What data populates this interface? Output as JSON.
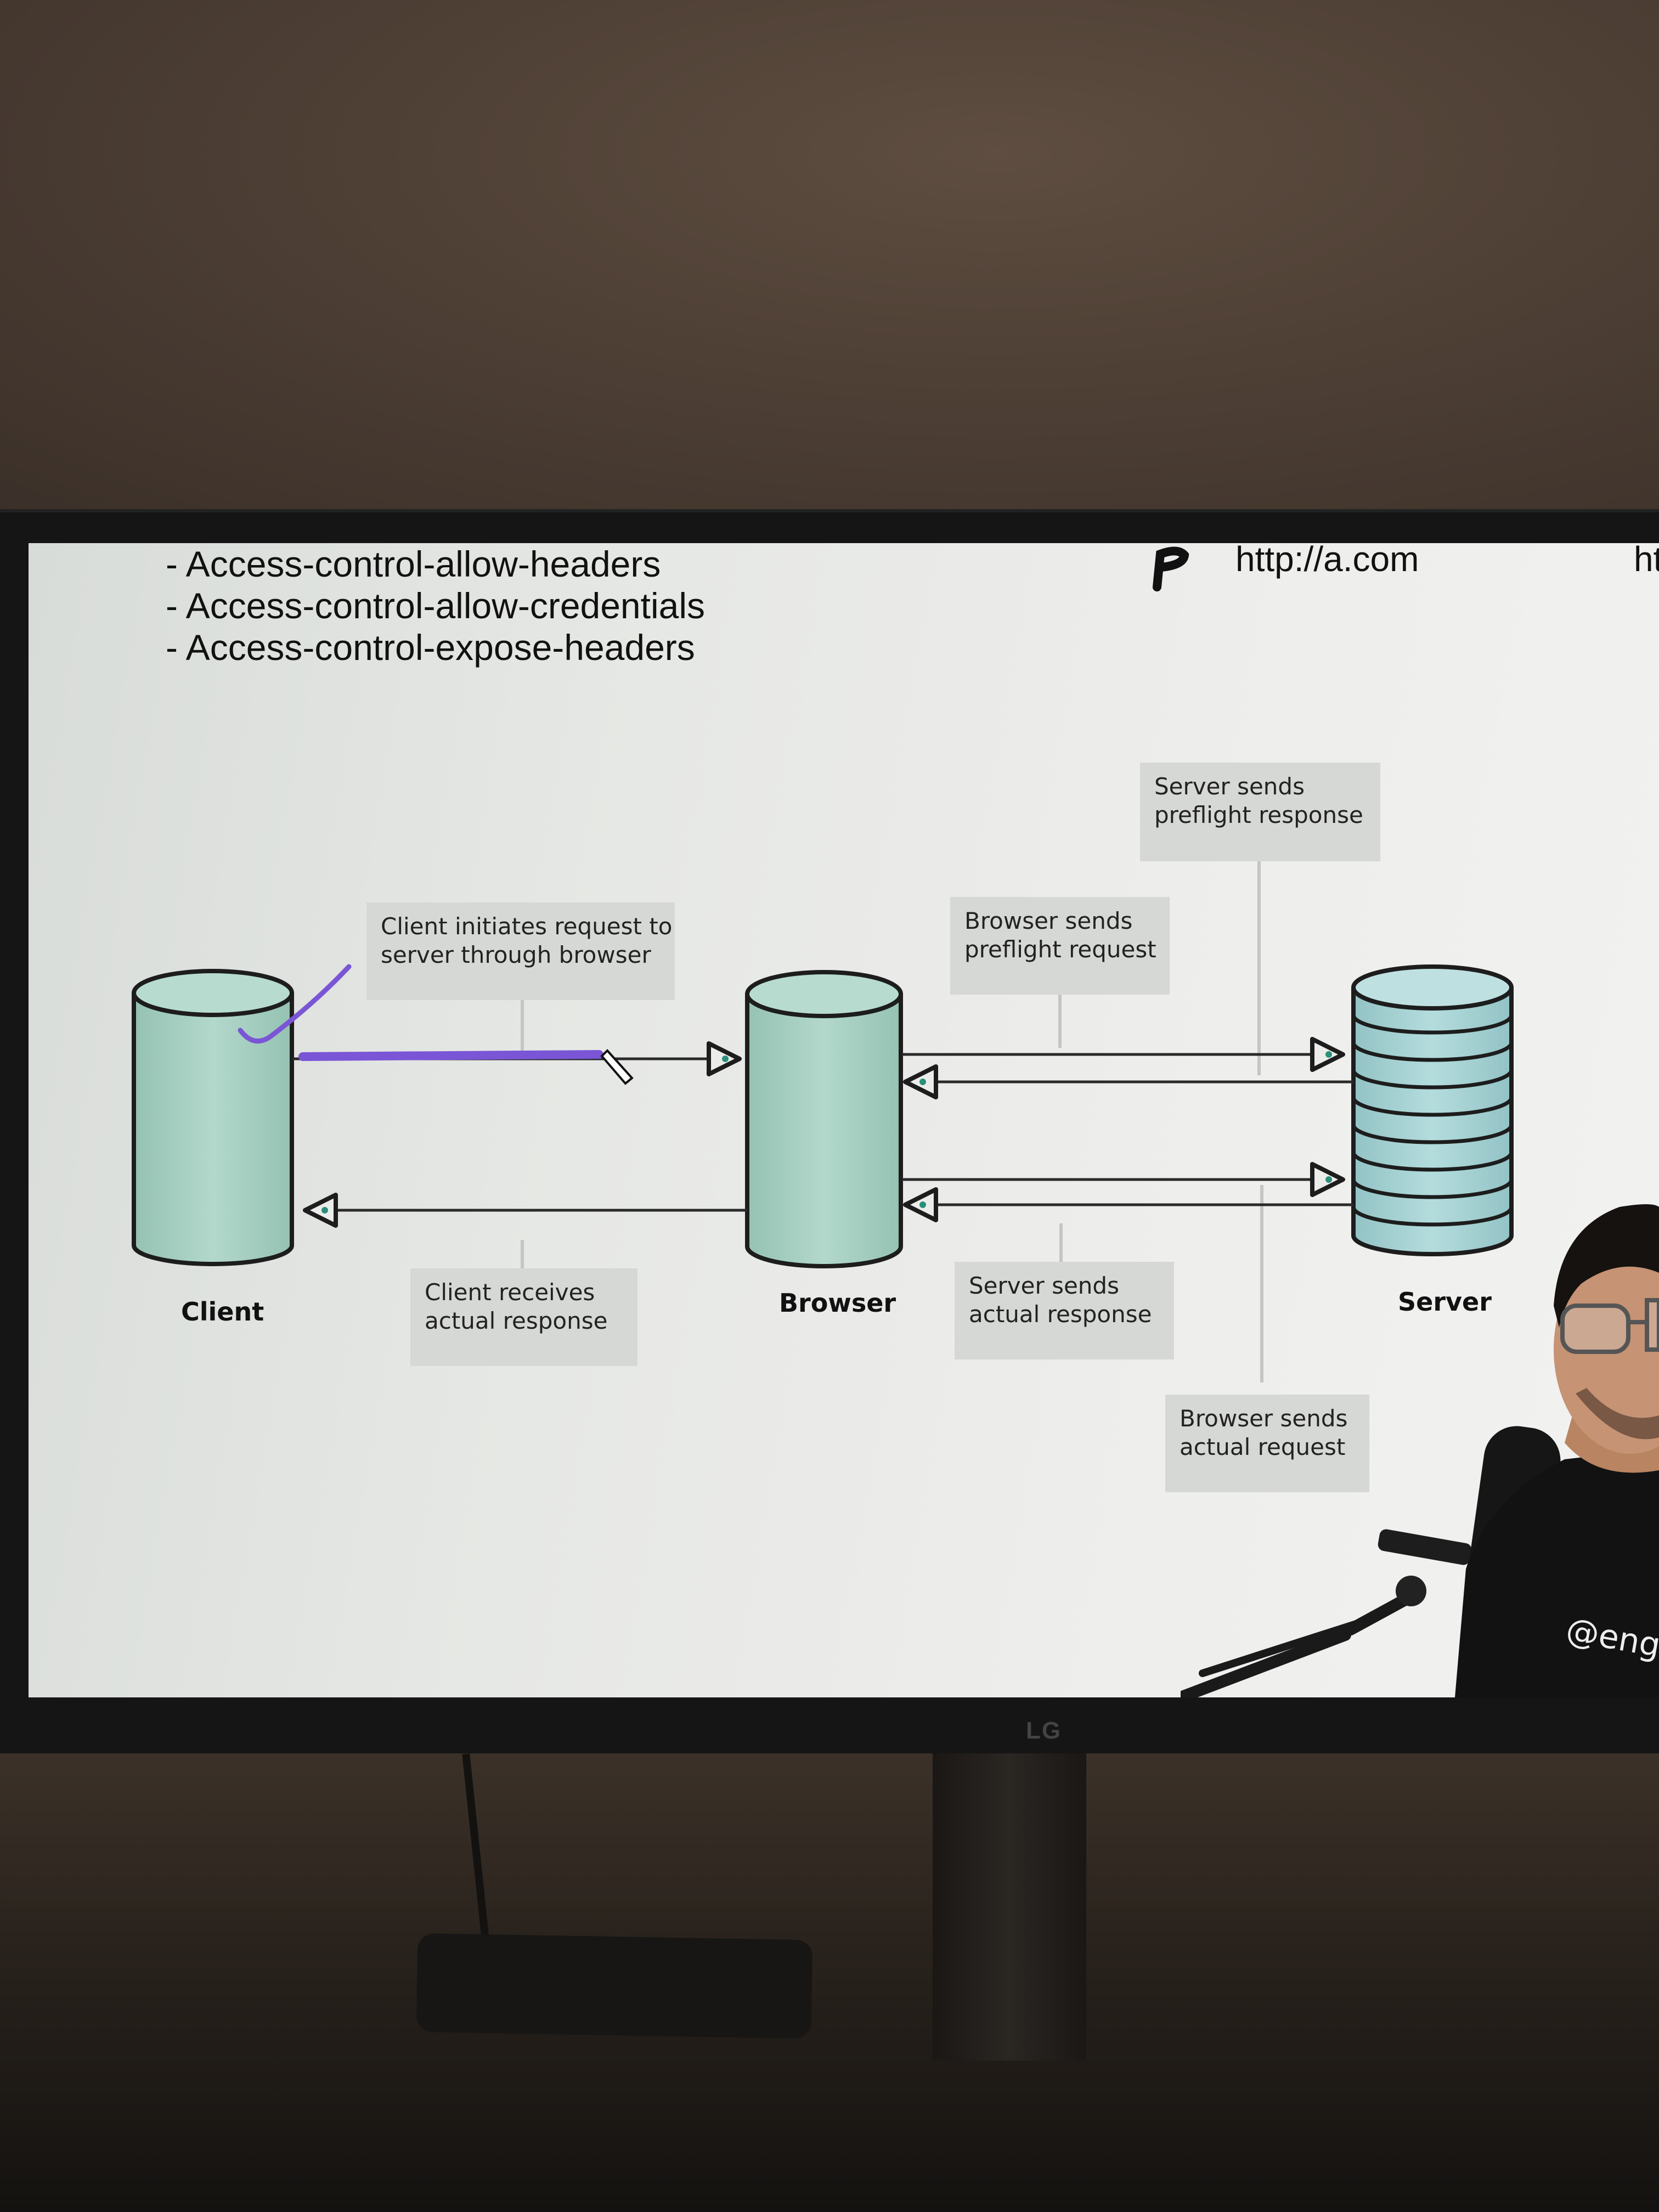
{
  "slide": {
    "bullets": [
      "- Access-control-allow-headers",
      "- Access-control-allow-credentials",
      "- Access-control-expose-headers"
    ],
    "url_main": "http://a.com",
    "url_partial": "ht"
  },
  "diagram": {
    "nodes": {
      "client": "Client",
      "browser": "Browser",
      "server": "Server"
    },
    "notes": {
      "client_initiates": [
        "Client initiates request to",
        "server through browser"
      ],
      "client_receives": [
        "Client receives",
        "actual response"
      ],
      "browser_preflight": [
        "Browser sends",
        "preflight request"
      ],
      "server_preflight": [
        "Server sends",
        "preflight response"
      ],
      "server_actual": [
        "Server sends",
        "actual response"
      ],
      "browser_actual": [
        "Browser sends",
        "actual request"
      ]
    },
    "colors": {
      "cylinder_fill": "#a7cfc2",
      "server_fill": "#a9d2d4",
      "annotation_purple": "#7a55d6",
      "note_bg": "#d6d8d5"
    }
  },
  "presenter": {
    "shirt_text": "@enginee"
  },
  "monitor": {
    "brand": "LG"
  }
}
